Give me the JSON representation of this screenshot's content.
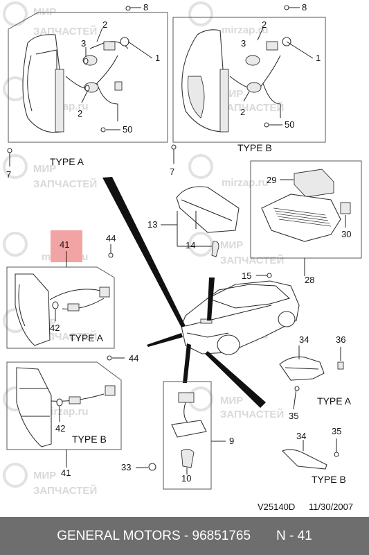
{
  "watermark": {
    "line1": "МИР",
    "line2": "ЗАПЧАСТЕЙ",
    "site": "mirzap.ru"
  },
  "callouts": {
    "c8a": "8",
    "c8b": "8",
    "c2a": "2",
    "c2b": "2",
    "c2c": "2",
    "c2d": "2",
    "c3a": "3",
    "c3b": "3",
    "c1a": "1",
    "c1b": "1",
    "c50a": "50",
    "c50b": "50",
    "c7a": "7",
    "c7b": "7",
    "c29": "29",
    "c30": "30",
    "c28": "28",
    "c13": "13",
    "c14": "14",
    "c15": "15",
    "c41a": "41",
    "c41b": "41",
    "c44a": "44",
    "c44b": "44",
    "c42a": "42",
    "c42b": "42",
    "c34a": "34",
    "c34b": "34",
    "c36": "36",
    "c35a": "35",
    "c35b": "35",
    "c9": "9",
    "c33": "33",
    "c10": "10"
  },
  "type_labels": {
    "a1": "TYPE A",
    "b1": "TYPE B",
    "a2": "TYPE A",
    "b2": "TYPE B",
    "a3": "TYPE A",
    "b3": "TYPE B"
  },
  "drawing_ref": {
    "code": "V25140D",
    "date": "11/30/2007"
  },
  "footer": {
    "brand": "GENERAL MOTORS",
    "separator": " - ",
    "part_number": "96851765",
    "page": "N - 41"
  },
  "colors": {
    "highlight": "#f2a3a3",
    "footer_bg": "#6e6e6e"
  }
}
